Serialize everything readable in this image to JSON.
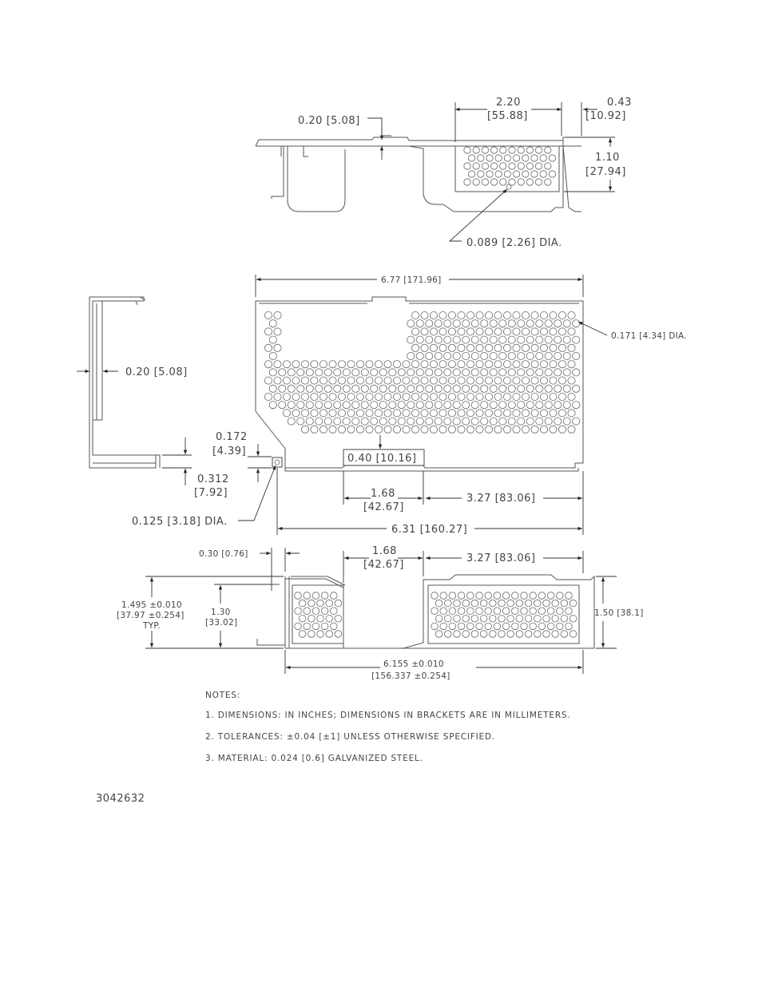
{
  "top_view": {
    "dim_thickness": "0.20 [5.08]",
    "dim_width_in": "2.20",
    "dim_width_mm": "[55.88]",
    "dim_gap_in": "0.43",
    "dim_gap_mm": "[10.92]",
    "dim_height_in": "1.10",
    "dim_height_mm": "[27.94]",
    "hole_dia": "0.089 [2.26] DIA."
  },
  "side_view": {
    "dim_thickness": "0.20 [5.08]",
    "dim_foot_in": "0.312",
    "dim_foot_mm": "[7.92]"
  },
  "main_view": {
    "dim_overall": "6.77 [171.96]",
    "hole_dia": "0.171 [4.34] DIA.",
    "dim_lip_in": "0.172",
    "dim_lip_mm": "[4.39]",
    "dim_notch": "0.40 [10.16]",
    "dim_left_in": "1.68",
    "dim_left_mm": "[42.67]",
    "dim_right": "3.27 [83.06]",
    "small_hole_dia": "0.125 [3.18] DIA.",
    "dim_span": "6.31 [160.27]"
  },
  "front_view": {
    "dim_offset": "0.30 [0.76]",
    "dim_left_in": "1.68",
    "dim_left_mm": "[42.67]",
    "dim_right": "3.27 [83.06]",
    "dim_height_line1": "1.495 ±0.010",
    "dim_height_line2": "[37.97 ±0.254]",
    "dim_height_line3": "TYP.",
    "dim_inner_in": "1.30",
    "dim_inner_mm": "[33.02]",
    "dim_right_height": "1.50 [38.1]",
    "dim_length_line1": "6.155 ±0.010",
    "dim_length_line2": "[156.337 ±0.254]"
  },
  "notes": {
    "heading": "NOTES:",
    "items": [
      "1.   DIMENSIONS: IN INCHES; DIMENSIONS IN BRACKETS ARE IN MILLIMETERS.",
      "2.  TOLERANCES:  ±0.04 [±1] UNLESS OTHERWISE SPECIFIED.",
      "3.  MATERIAL:  0.024 [0.6] GALVANIZED STEEL."
    ]
  },
  "part_number": "3042632"
}
